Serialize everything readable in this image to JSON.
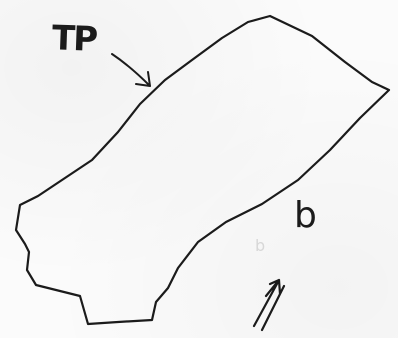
{
  "sketch": {
    "tip_label": "TP",
    "side_label": "b",
    "faint_label": "b",
    "ink_color": "#1b1b1b",
    "paper_color": "#fbfbfb"
  }
}
